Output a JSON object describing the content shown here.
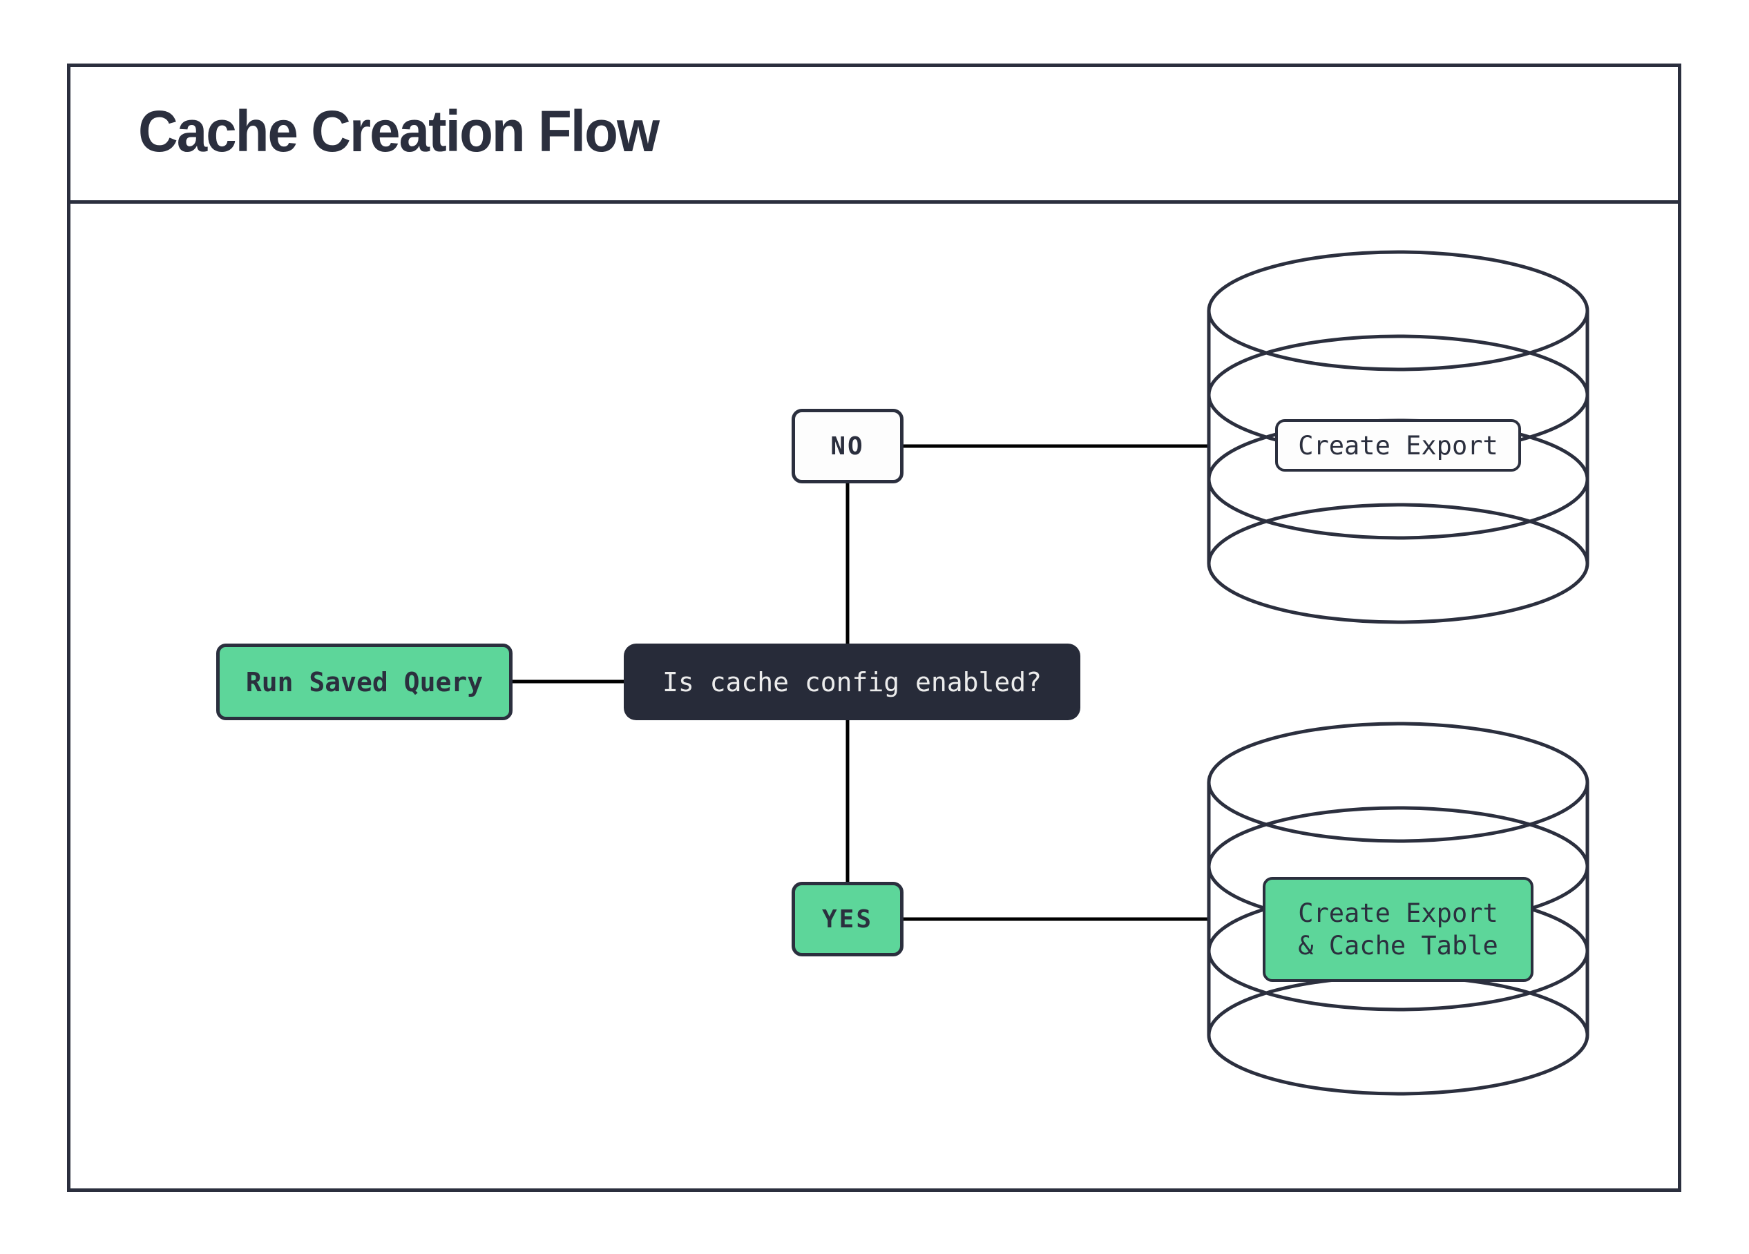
{
  "colors": {
    "ink": "#2b2f3e",
    "green": "#5dd69a",
    "dark-fill": "#272b39",
    "light-text": "#ececec",
    "connector": "#000000",
    "background": "#ffffff"
  },
  "header": {
    "title": "Cache Creation Flow"
  },
  "flow": {
    "start": {
      "label": "Run Saved Query"
    },
    "decision": {
      "label": "Is cache config enabled?"
    },
    "no_branch": {
      "label": "NO"
    },
    "yes_branch": {
      "label": "YES"
    },
    "no_target": {
      "label": "Create Export"
    },
    "yes_target": {
      "label_line1": "Create Export",
      "label_line2": "& Cache Table"
    }
  }
}
